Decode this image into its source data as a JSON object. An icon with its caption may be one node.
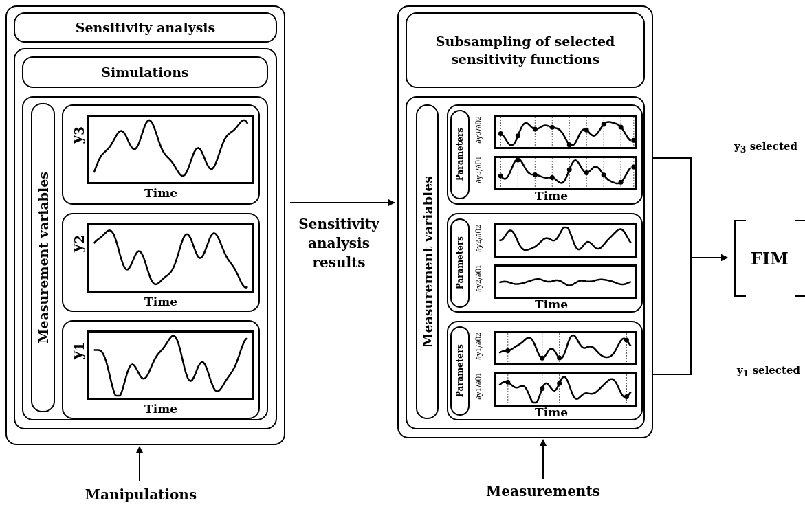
{
  "diagram": {
    "nodes": [
      {
        "text": [],
        "shape": "box"
      },
      {
        "text": [
          "Sensitivity analysis"
        ],
        "in": 0
      },
      {
        "text": [],
        "shape": "box",
        "in": 0
      },
      {
        "text": [
          "Simulations"
        ],
        "in": 2
      },
      {
        "text": [],
        "shape": "box",
        "in": 2
      },
      {
        "text": [
          "Measurement variables"
        ],
        "in": 4
      },
      {
        "text": [
          "y$_{3}$",
          "Time"
        ],
        "in": 4
      },
      {
        "text": [
          "y$_{2}$",
          "Time"
        ],
        "in": 4
      },
      {
        "text": [
          "y$_{1}$",
          "Time"
        ],
        "in": 4
      },
      {
        "text": [],
        "shape": "box"
      },
      {
        "text": [
          "Subsampling of selected sensitivity functions"
        ],
        "in": 9
      },
      {
        "text": [],
        "shape": "box",
        "in": 9
      },
      {
        "text": [
          "Measurement variables"
        ],
        "in": 11
      },
      {
        "text": [
          "∂y$_{3}$/∂θ$_{2}$",
          "∂y$_{3}$/∂θ$_{1}$",
          "Time"
        ],
        "in": 11
      },
      {
        "text": [
          "Parameters"
        ],
        "in": 13
      },
      {
        "text": [
          "∂y$_{2}$/∂θ$_{2}$",
          "∂y$_{2}$/∂θ$_{1}$",
          "Time"
        ],
        "in": 11
      },
      {
        "text": [
          "Parameters"
        ],
        "in": 15
      },
      {
        "text": [
          "∂y$_{1}$/∂θ$_{2}$",
          "∂y$_{1}$/∂θ$_{1}$",
          "Time"
        ],
        "in": 11
      },
      {
        "text": [
          "Parameters"
        ],
        "in": 17
      },
      {
        "text": [
          "FIM"
        ]
      },
      {
        "text": [
          "Manipulations"
        ]
      },
      {
        "text": [
          "Measurements"
        ]
      }
    ],
    "edges": [
      {
        "from": 0,
        "to": 9,
        "arrow": "to",
        "label": "Sensitivity analysis results"
      },
      {
        "from": 13,
        "to": 19,
        "arrow": "to",
        "label": "y$_{3}$ selected"
      },
      {
        "from": 17,
        "to": 19,
        "arrow": "to",
        "label": "y$_{1}$ selected"
      },
      {
        "from": 20,
        "to": 0,
        "arrow": "to"
      },
      {
        "from": 21,
        "to": 9,
        "arrow": "to"
      }
    ]
  }
}
